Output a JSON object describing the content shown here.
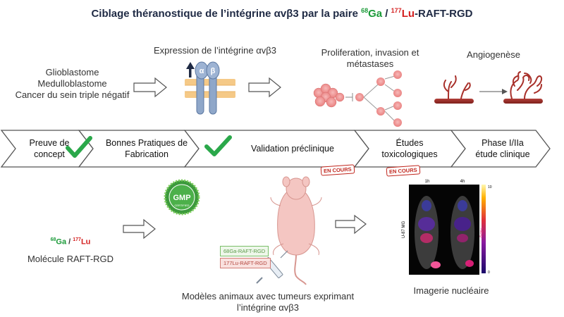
{
  "title": {
    "prefix": "Ciblage théranostique de l’intégrine αvβ3 par la paire ",
    "ga_sup": "68",
    "ga": "Ga",
    "sep": " / ",
    "lu_sup": "177",
    "lu": "Lu",
    "suffix": "-RAFT-RGD"
  },
  "diseases": [
    "Glioblastome",
    "Medulloblastome",
    "Cancer du sein triple négatif"
  ],
  "integrin": {
    "title": "Expression de l’intégrine αvβ3",
    "alpha": "α",
    "beta": "β"
  },
  "proliferation": {
    "line1": "Proliferation, invasion et",
    "line2": "métastases"
  },
  "angiogenesis": {
    "title": "Angiogenèse"
  },
  "pipeline": [
    {
      "line1": "Preuve de",
      "line2": "concept",
      "status": "done"
    },
    {
      "line1": "Bonnes Pratiques de",
      "line2": "Fabrication",
      "status": "done"
    },
    {
      "line1": "Validation préclinique",
      "line2": "",
      "status": "in-progress"
    },
    {
      "line1": "Études",
      "line2": "toxicologiques",
      "status": "in-progress"
    },
    {
      "line1": "Phase I/IIa",
      "line2": "étude clinique",
      "status": "pending"
    }
  ],
  "stamps": {
    "a": "EN COURS",
    "b": "EN COURS"
  },
  "molecule": {
    "ga_sup": "68",
    "ga": "Ga",
    "sep": " / ",
    "lu_sup": "177",
    "lu": "Lu",
    "label": "Molécule RAFT-RGD"
  },
  "gmp": {
    "text": "GMP",
    "sub": "CERTIFIED"
  },
  "syringe_labels": {
    "ga": "68Ga-RAFT-RGD",
    "lu": "177Lu-RAFT-RGD"
  },
  "animal_models": {
    "line1": "Modèles animaux avec tumeurs exprimant",
    "line2": "l’intégrine αvβ3"
  },
  "imaging": {
    "label": "Imagerie nucléaire",
    "t1": "1h",
    "t2": "4h",
    "cell_line": "U-87 MG",
    "scale_max": "10",
    "scale_min": "0",
    "scale_unit": "%ID/g"
  },
  "colors": {
    "title": "#1f2a44",
    "ga": "#1a9a38",
    "lu": "#d42020",
    "check": "#2aa84a",
    "stamp": "#c0251c"
  }
}
